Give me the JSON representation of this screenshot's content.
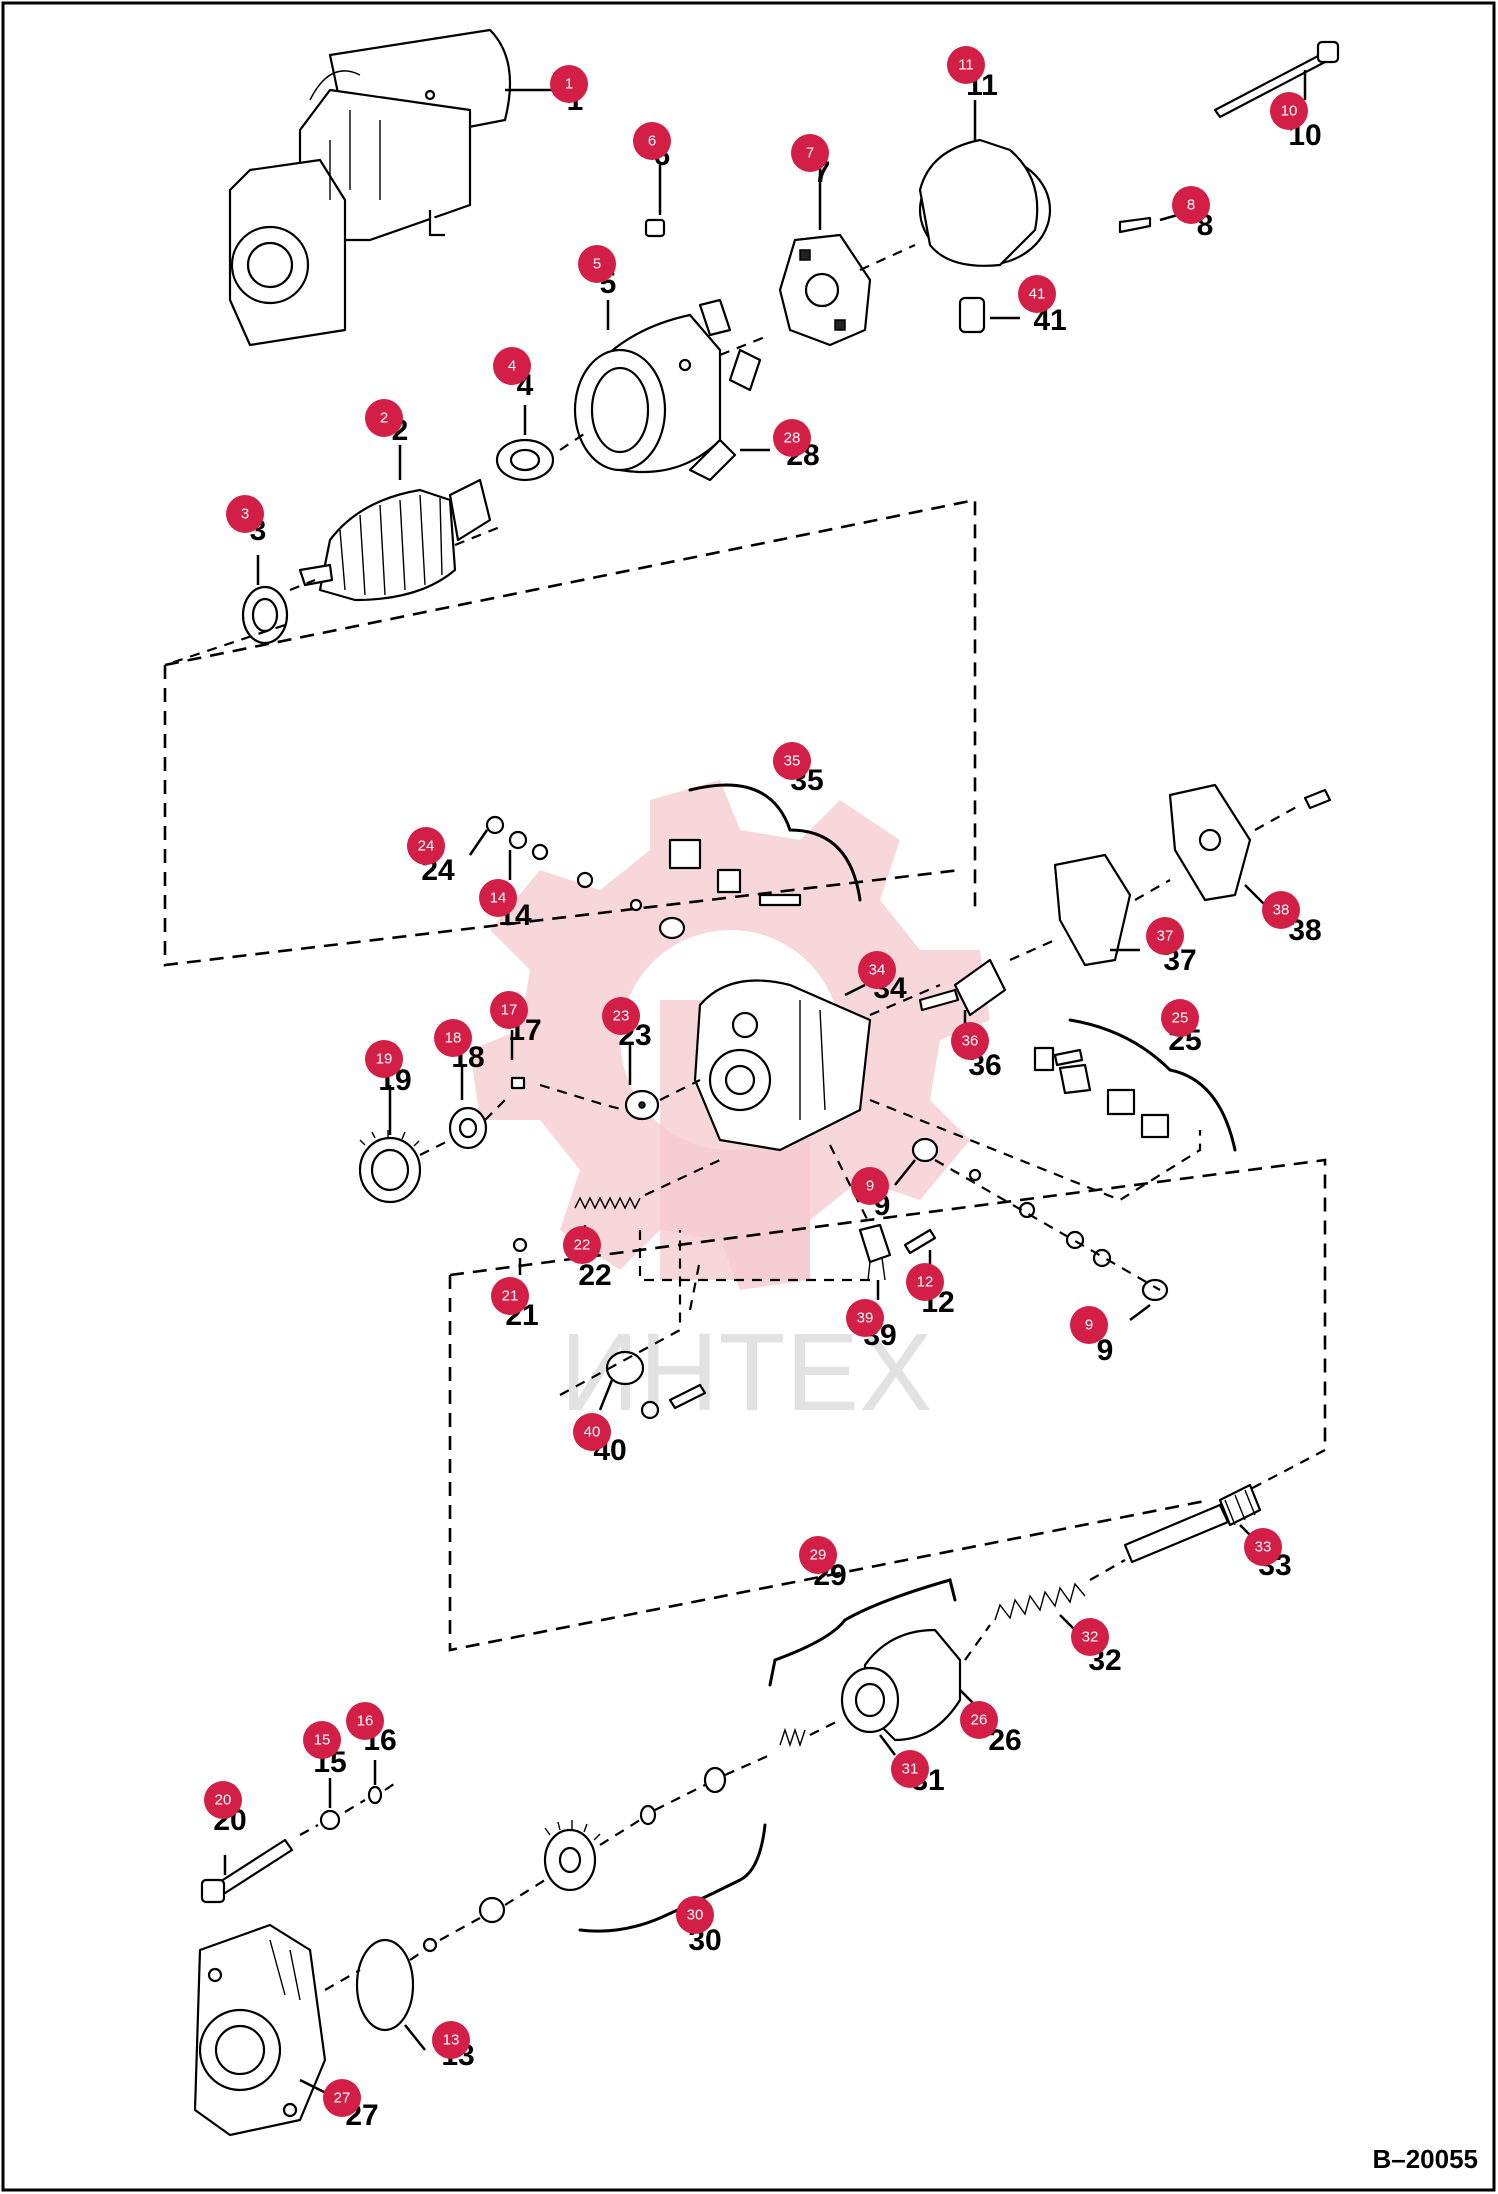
{
  "watermark": "ИНТЕХ",
  "figure_ref": "B–20055",
  "colors": {
    "badge": "#d31f45",
    "watermark_gear": "#f6c9cf",
    "line": "#000000"
  },
  "callouts": [
    "1",
    "2",
    "3",
    "4",
    "5",
    "6",
    "7",
    "8",
    "9",
    "9",
    "9",
    "10",
    "11",
    "12",
    "13",
    "14",
    "15",
    "16",
    "17",
    "18",
    "19",
    "20",
    "21",
    "22",
    "23",
    "24",
    "25",
    "26",
    "27",
    "28",
    "29",
    "30",
    "31",
    "32",
    "33",
    "34",
    "35",
    "36",
    "37",
    "38",
    "39",
    "40",
    "41"
  ]
}
